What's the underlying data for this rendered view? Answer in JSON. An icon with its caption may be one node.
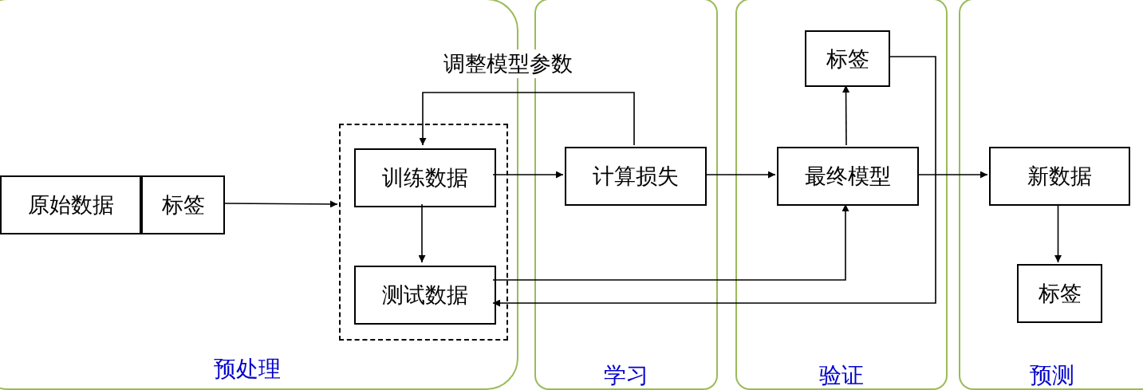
{
  "diagram": {
    "nodes": [
      {
        "text": [
          "预处理"
        ]
      },
      {
        "text": [
          "学习"
        ]
      },
      {
        "text": [
          "验证"
        ]
      },
      {
        "text": [
          "预测"
        ]
      },
      {
        "text": [
          "原始数据"
        ],
        "in": 0
      },
      {
        "text": [
          "标签"
        ],
        "in": 0
      },
      {
        "text": [],
        "shape": "box",
        "in": 0
      },
      {
        "text": [
          "训练数据"
        ],
        "in": 6
      },
      {
        "text": [
          "测试数据"
        ],
        "in": 6
      },
      {
        "text": [
          "计算损失"
        ],
        "in": 1
      },
      {
        "text": [
          "最终模型"
        ],
        "in": 2
      },
      {
        "text": [
          "标签"
        ],
        "in": 2
      },
      {
        "text": [
          "新数据"
        ],
        "in": 3
      },
      {
        "text": [
          "标签"
        ],
        "in": 3
      }
    ],
    "edges": [
      {
        "from": 5,
        "to": 6,
        "arrow": "to"
      },
      {
        "from": 7,
        "to": 9,
        "arrow": "to"
      },
      {
        "from": 9,
        "to": 7,
        "arrow": "to",
        "label": "调整模型参数"
      },
      {
        "from": 7,
        "to": 8,
        "arrow": "to"
      },
      {
        "from": 9,
        "to": 10,
        "arrow": "to"
      },
      {
        "from": 10,
        "to": 11,
        "arrow": "to"
      },
      {
        "from": 8,
        "to": 10,
        "arrow": "to"
      },
      {
        "from": 11,
        "to": 8,
        "arrow": "to"
      },
      {
        "from": 10,
        "to": 12,
        "arrow": "to"
      },
      {
        "from": 12,
        "to": 13,
        "arrow": "to"
      }
    ]
  }
}
